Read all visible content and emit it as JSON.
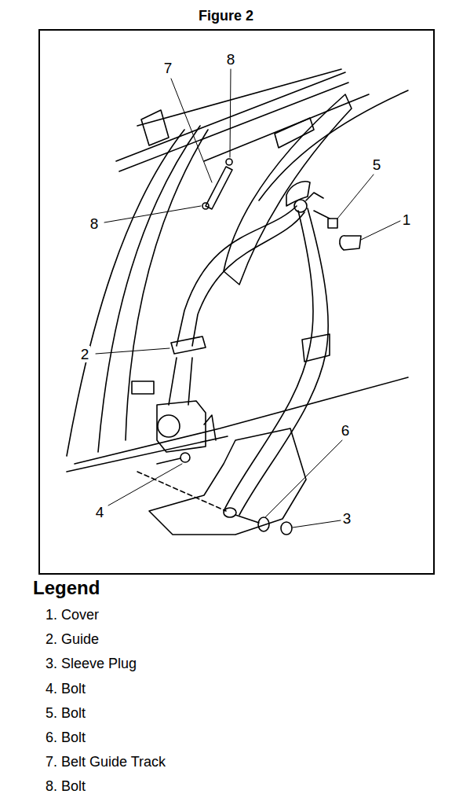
{
  "diagram": {
    "title": "Figure 2",
    "labels": [
      "8",
      "7",
      "8",
      "5",
      "1",
      "2",
      "6",
      "4",
      "3",
      "Legend"
    ],
    "legend": [
      {
        "text": "1. Cover"
      },
      {
        "text": "2. Guide"
      },
      {
        "text": "3. Sleeve Plug"
      },
      {
        "text": "4. Bolt"
      },
      {
        "text": "5. Bolt"
      },
      {
        "text": "6. Bolt"
      },
      {
        "text": "7. Belt Guide Track"
      },
      {
        "text": "8. Bolt"
      }
    ]
  }
}
